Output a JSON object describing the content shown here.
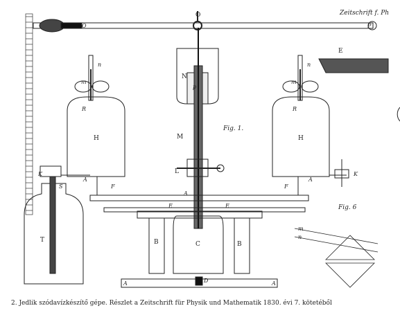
{
  "header_text": "Zeitschrift f. Ph",
  "caption": "2. Jedlik szódavízkészítő gépe. Részlet a Zeitschrift für Physik und Mathematik 1830. évi 7. kötetéből",
  "figure_labels": {
    "fig1": "Fig. 1.",
    "fig6": "Fig. 6"
  },
  "part_labels": {
    "o_top": "O",
    "o_left": "O",
    "p_right": "P",
    "n_left": "n",
    "m_left": "m",
    "r_left": "R",
    "h_left": "H",
    "k_left": "K",
    "s": "S",
    "a_left": "A",
    "f_left": "F",
    "t": "T",
    "n_center": "N",
    "p_center": "p",
    "m_center": "M",
    "l_center": "L",
    "a_center": "A",
    "e_left": "E",
    "e_right": "E",
    "b_left": "B",
    "c_center": "C",
    "b_right": "B",
    "a_base_left": "A",
    "d": "D",
    "a_base_right": "A",
    "n_right": "n",
    "m_right": "m",
    "r_right": "R",
    "h_right": "H",
    "f_right": "F",
    "a_right": "A",
    "k_right": "K",
    "e_detail": "E",
    "fig6_m": "m",
    "fig6_n": "n"
  }
}
